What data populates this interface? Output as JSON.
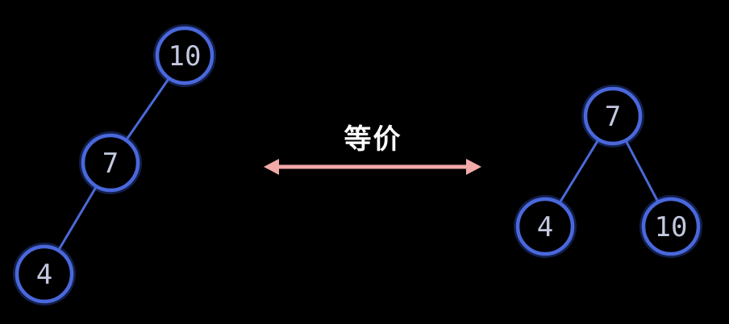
{
  "left_tree": {
    "nodes": [
      {
        "id": "n10",
        "label": "10"
      },
      {
        "id": "n7",
        "label": "7"
      },
      {
        "id": "n4",
        "label": "4"
      }
    ],
    "edges": [
      {
        "from": "n10",
        "to": "n7"
      },
      {
        "from": "n7",
        "to": "n4"
      }
    ]
  },
  "right_tree": {
    "nodes": [
      {
        "id": "r7",
        "label": "7"
      },
      {
        "id": "r4",
        "label": "4"
      },
      {
        "id": "r10",
        "label": "10"
      }
    ],
    "edges": [
      {
        "from": "r7",
        "to": "r4"
      },
      {
        "from": "r7",
        "to": "r10"
      }
    ]
  },
  "relation": {
    "label": "等价",
    "arrow": "bidirectional"
  },
  "colors": {
    "background": "#000000",
    "node_stroke": "#4a68dc",
    "node_text": "#c2c8de",
    "edge": "#4a6ad8",
    "arrow": "#f2aaa8",
    "relation_text": "#ffffff"
  }
}
